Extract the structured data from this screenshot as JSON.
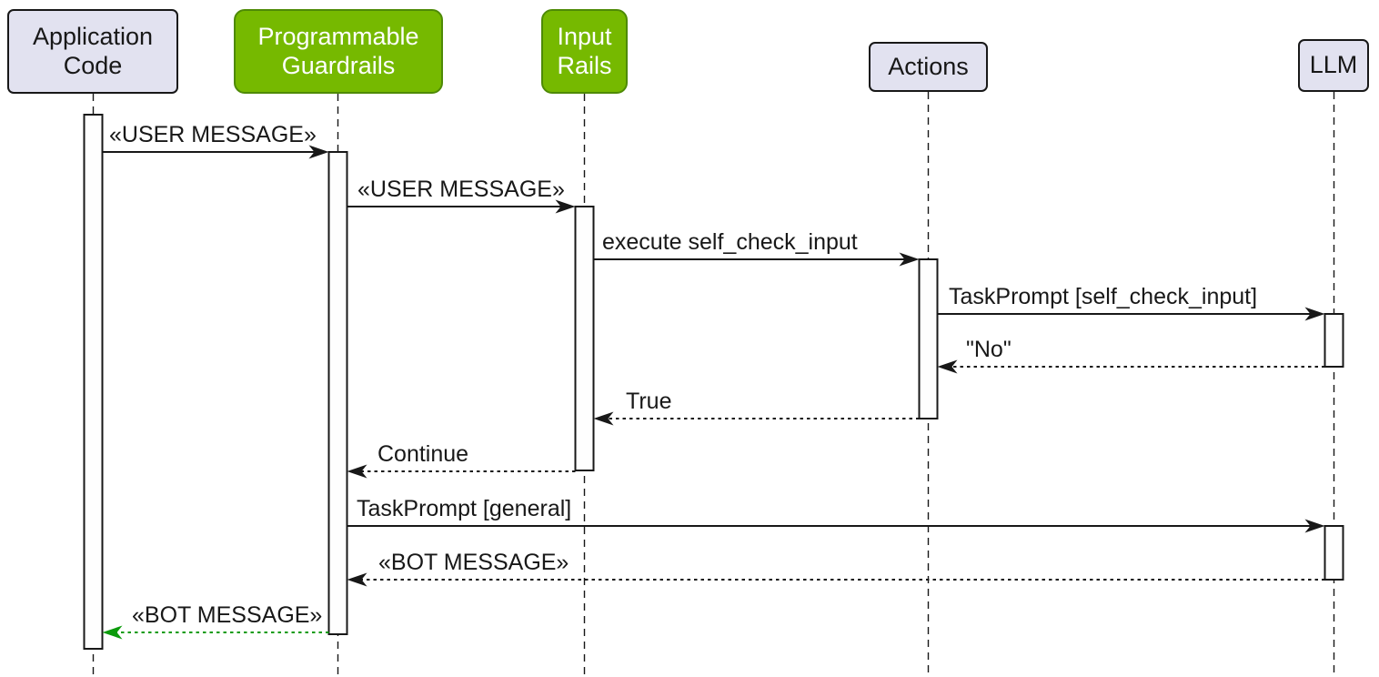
{
  "diagram": {
    "kind": "uml-sequence-diagram",
    "description": "Guardrails input-rail message flow"
  },
  "participants": [
    {
      "id": "app",
      "label": "Application\nCode",
      "role": "default"
    },
    {
      "id": "guardrails",
      "label": "Programmable\nGuardrails",
      "role": "accent"
    },
    {
      "id": "input_rails",
      "label": "Input\nRails",
      "role": "accent"
    },
    {
      "id": "actions",
      "label": "Actions",
      "role": "default"
    },
    {
      "id": "llm",
      "label": "LLM",
      "role": "default"
    }
  ],
  "messages": [
    {
      "from": "app",
      "to": "guardrails",
      "label": "«USER MESSAGE»",
      "line": "solid",
      "color": "#181818"
    },
    {
      "from": "guardrails",
      "to": "input_rails",
      "label": "«USER MESSAGE»",
      "line": "solid",
      "color": "#181818"
    },
    {
      "from": "input_rails",
      "to": "actions",
      "label": "execute self_check_input",
      "line": "solid",
      "color": "#181818"
    },
    {
      "from": "actions",
      "to": "llm",
      "label": "TaskPrompt [self_check_input]",
      "line": "solid",
      "color": "#181818"
    },
    {
      "from": "llm",
      "to": "actions",
      "label": "\"No\"",
      "line": "dotted",
      "color": "#181818"
    },
    {
      "from": "actions",
      "to": "input_rails",
      "label": "True",
      "line": "dotted",
      "color": "#181818"
    },
    {
      "from": "input_rails",
      "to": "guardrails",
      "label": "Continue",
      "line": "dotted",
      "color": "#181818"
    },
    {
      "from": "guardrails",
      "to": "llm",
      "label": "TaskPrompt [general]",
      "line": "solid",
      "color": "#181818"
    },
    {
      "from": "llm",
      "to": "guardrails",
      "label": "«BOT MESSAGE»",
      "line": "dotted",
      "color": "#181818"
    },
    {
      "from": "guardrails",
      "to": "app",
      "label": "«BOT MESSAGE»",
      "line": "dotted",
      "color": "#0B9B0B"
    }
  ],
  "colors": {
    "background": "#FFFFFF",
    "text": "#181818",
    "participant_default_fill": "#E2E2F0",
    "participant_accent_fill": "#76B900",
    "participant_accent_border": "#4E8A06",
    "participant_accent_text": "#FFFFFF",
    "activation_fill": "#FEFEFE",
    "return_accent": "#0B9B0B"
  }
}
